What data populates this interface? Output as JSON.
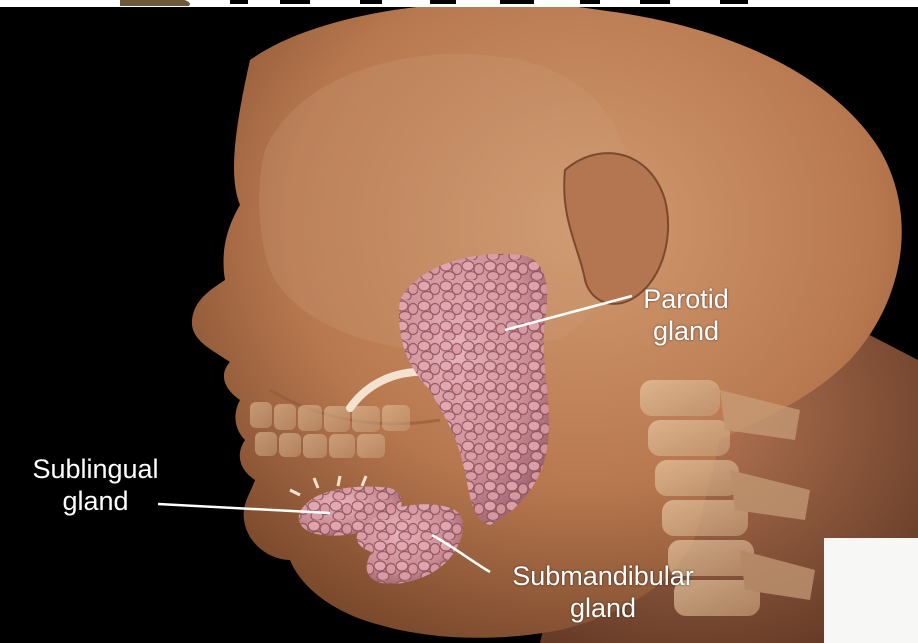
{
  "labels": {
    "parotid": [
      "Parotid",
      "gland"
    ],
    "sublingual": [
      "Sublingual",
      "gland"
    ],
    "submandibular": [
      "Submandibular",
      "gland"
    ]
  },
  "colors": {
    "background": "#000000",
    "skin": "#b8784f",
    "gland": "#c98a93",
    "label_text": "#ffffff"
  }
}
